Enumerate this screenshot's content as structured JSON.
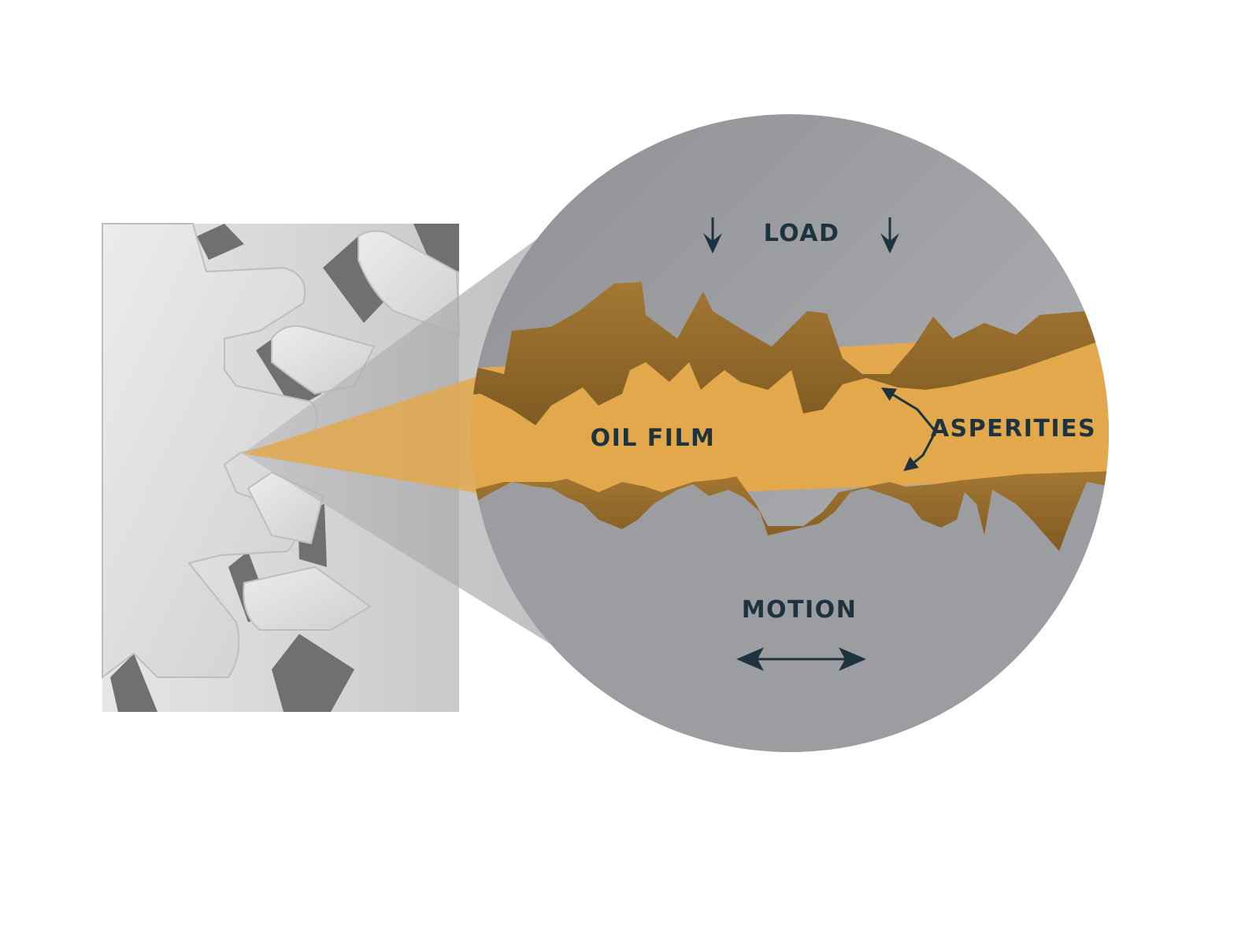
{
  "labels": {
    "load": "LOAD",
    "oil_film": "OIL FILM",
    "asperities": "ASPERITIES",
    "motion": "MOTION"
  },
  "colors": {
    "background": "#ffffff",
    "gear_light": "#e2e2e2",
    "gear_dark": "#6b6b6b",
    "magnifier_circle": "#9d9ea2",
    "oil_film": "#e3a84c",
    "asperity_dark": "#8a6428",
    "asperity_light": "#a77a35",
    "label_text": "#1e3340",
    "arrow": "#1e3340"
  },
  "icons": {
    "load_arrows": "arrow-down-icon",
    "motion_arrow": "double-arrow-horizontal-icon",
    "asperity_pointers": "arrow-pointer-icon"
  }
}
